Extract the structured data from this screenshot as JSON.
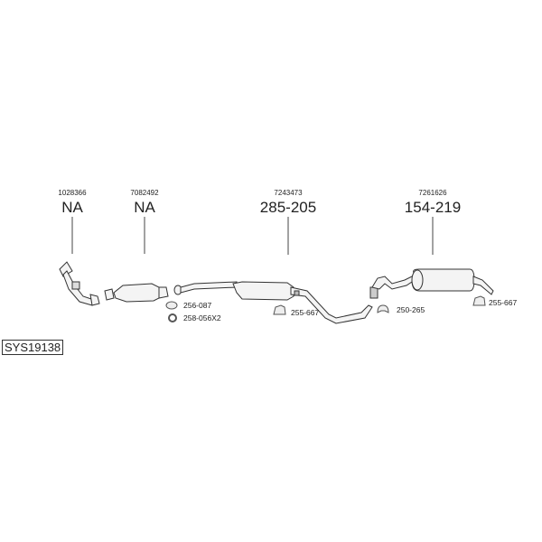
{
  "diagram_id": "SYS19138",
  "parts": [
    {
      "ref": "1028366",
      "code": "NA",
      "name": "front-pipe"
    },
    {
      "ref": "7082492",
      "code": "NA",
      "name": "catalytic-converter"
    },
    {
      "ref": "7243473",
      "code": "285-205",
      "name": "middle-silencer"
    },
    {
      "ref": "7261626",
      "code": "154-219",
      "name": "rear-silencer"
    }
  ],
  "accessories": [
    {
      "code": "256-087",
      "icon": "gasket-icon"
    },
    {
      "code": "258-056X2",
      "icon": "nut-icon"
    },
    {
      "code": "255-667",
      "icon": "rubber-mount-icon"
    },
    {
      "code": "250-265",
      "icon": "clamp-icon"
    },
    {
      "code": "255-667",
      "icon": "rubber-mount-icon"
    }
  ]
}
